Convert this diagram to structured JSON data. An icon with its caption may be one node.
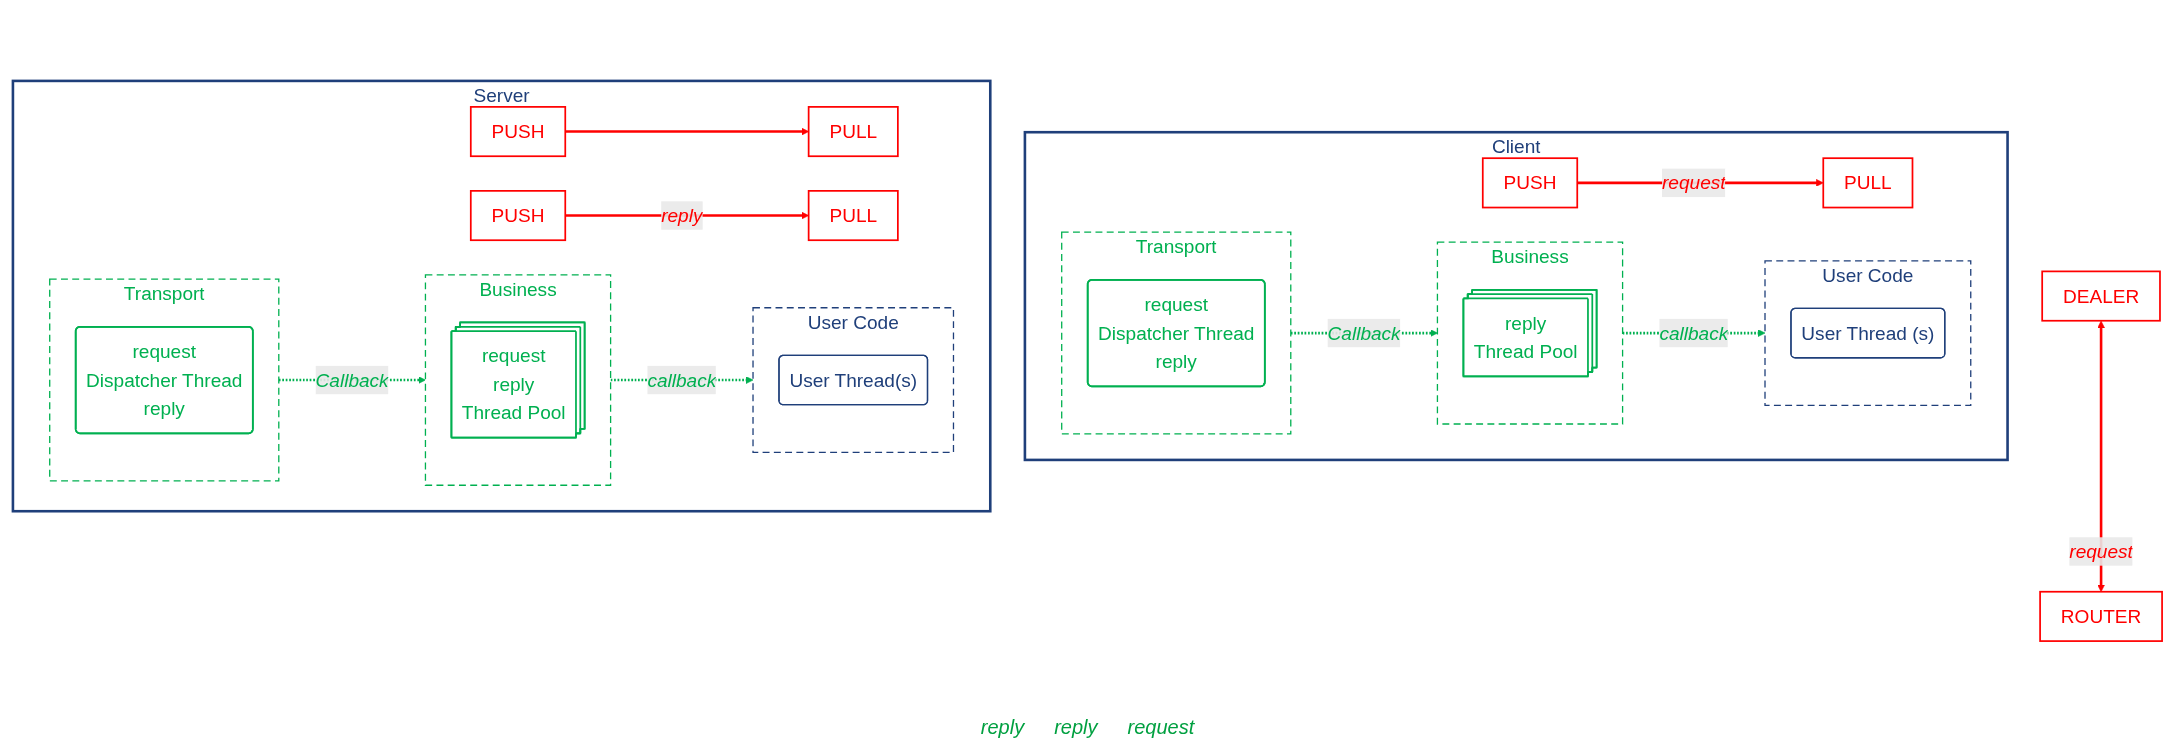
{
  "diagram": {
    "nodes": [
      {
        "text": [
          "Client"
        ]
      },
      {
        "text": [
          "User Code"
        ],
        "in": 0
      },
      {
        "text": [
          "User Thread (s)"
        ],
        "in": 1
      },
      {
        "text": [
          "PUSH"
        ],
        "in": 0
      },
      {
        "text": [
          "PULL"
        ],
        "in": 0
      },
      {
        "text": [
          "Transport"
        ],
        "in": 0
      },
      {
        "text": [
          "request",
          "Dispatcher Thread",
          "reply"
        ],
        "in": 5
      },
      {
        "text": [
          "DEALER"
        ]
      },
      {
        "text": [
          "Business"
        ],
        "in": 0
      },
      {
        "text": [
          "reply",
          "Thread Pool"
        ],
        "in": 8
      },
      {
        "text": [
          "Server"
        ]
      },
      {
        "text": [
          "Transport"
        ],
        "in": 10
      },
      {
        "text": [
          "request",
          "Dispatcher Thread",
          "reply"
        ],
        "in": 11
      },
      {
        "text": [
          "PULL"
        ],
        "in": 10
      },
      {
        "text": [
          "User Code"
        ],
        "in": 10
      },
      {
        "text": [
          "PUSH"
        ],
        "in": 10
      },
      {
        "text": [
          "User Thread(s)"
        ],
        "in": 14
      },
      {
        "text": [
          "Business"
        ],
        "in": 10
      },
      {
        "text": [
          "request",
          "reply",
          "Thread Pool"
        ],
        "in": 17
      },
      {
        "text": [
          "PULL"
        ],
        "in": 10
      },
      {
        "text": [
          "PUSH"
        ],
        "in": 10
      },
      {
        "text": [
          "ROUTER"
        ]
      }
    ],
    "edges": [
      {
        "from": 3,
        "to": 4,
        "arrow": "to",
        "label": "request",
        "color": "#ff0000"
      },
      {
        "from": 8,
        "to": 1,
        "arrow": "to",
        "label": "callback",
        "style": "dashed",
        "color": "#00b050"
      },
      {
        "from": 5,
        "to": 8,
        "arrow": "to",
        "label": "Callback",
        "style": "dashed",
        "color": "#00b050"
      },
      {
        "from": 7,
        "to": 21,
        "arrow": "both",
        "label": "request",
        "color": "#ff0000"
      },
      {
        "from": 15,
        "to": 13,
        "arrow": "to",
        "color": "#ff0000"
      },
      {
        "from": 17,
        "to": 14,
        "arrow": "to",
        "label": "callback",
        "style": "dashed",
        "color": "#00b050"
      },
      {
        "from": 11,
        "to": 17,
        "arrow": "to",
        "label": "Callback",
        "style": "dashed",
        "color": "#00b050"
      },
      {
        "from": 20,
        "to": 19,
        "arrow": "to",
        "label": "reply",
        "color": "#ff0000"
      }
    ],
    "labels": [
      "reply",
      "reply",
      "request"
    ]
  }
}
